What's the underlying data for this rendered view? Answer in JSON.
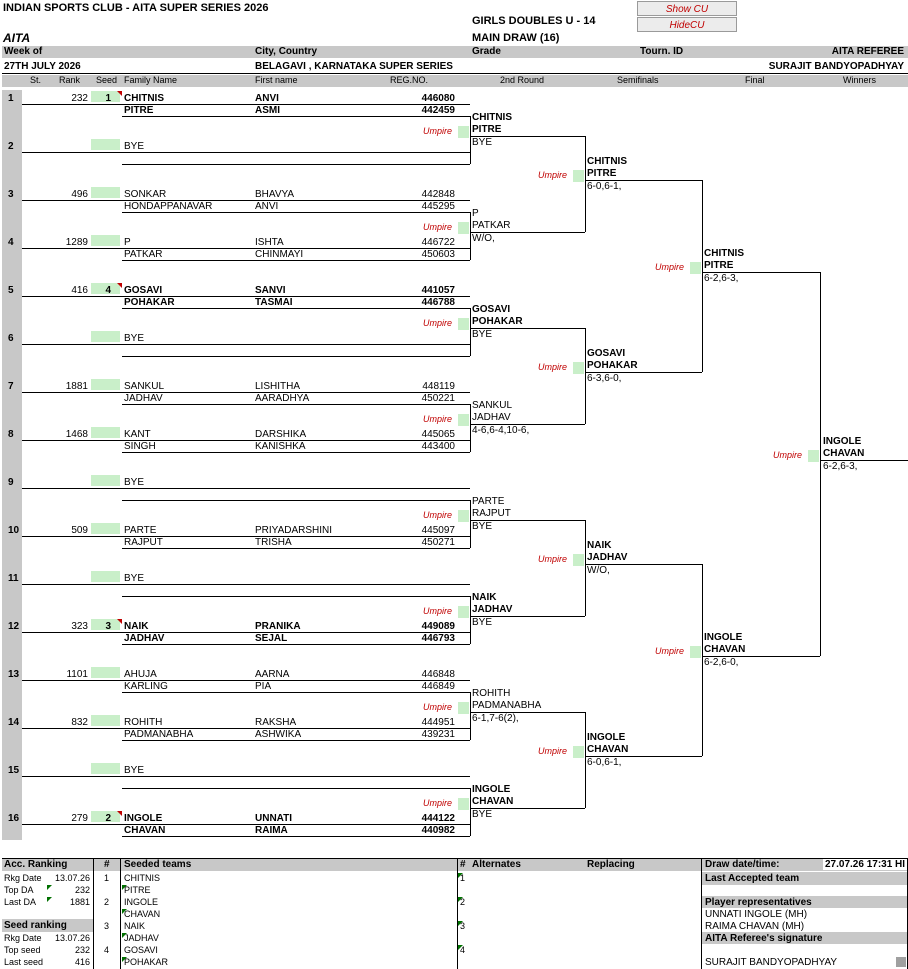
{
  "header": {
    "club": "INDIAN SPORTS CLUB - AITA SUPER SERIES 2026",
    "org": "AITA",
    "event": "GIRLS DOUBLES U - 14",
    "draw": "MAIN DRAW (16)",
    "show_cu": "Show CU",
    "hide_cu": "HideCU"
  },
  "info_labels": {
    "week": "Week of",
    "city": "City, Country",
    "grade": "Grade",
    "tourn": "Tourn. ID",
    "referee": "AITA REFEREE"
  },
  "info_values": {
    "week": "27TH JULY 2026",
    "city": "BELAGAVI , KARNATAKA SUPER SERIES",
    "referee": "SURAJIT BANDYOPADHYAY"
  },
  "cols": {
    "st": "St.",
    "rank": "Rank",
    "seed": "Seed",
    "family": "Family Name",
    "first": "First name",
    "reg": "REG.NO.",
    "r2": "2nd Round",
    "sf": "Semifinals",
    "final": "Final",
    "win": "Winners"
  },
  "entries": [
    {
      "pos": "1",
      "rank": "232",
      "seed": "1",
      "bold": true,
      "p1": {
        "family": "CHITNIS",
        "first": "ANVI",
        "reg": "446080"
      },
      "p2": {
        "family": "PITRE",
        "first": "ASMI",
        "reg": "442459"
      }
    },
    {
      "pos": "2",
      "rank": "",
      "seed": "",
      "bold": false,
      "p1": {
        "family": "BYE",
        "first": "",
        "reg": ""
      },
      "p2": {
        "family": "",
        "first": "",
        "reg": ""
      }
    },
    {
      "pos": "3",
      "rank": "496",
      "seed": "",
      "bold": false,
      "p1": {
        "family": "SONKAR",
        "first": "BHAVYA",
        "reg": "442848"
      },
      "p2": {
        "family": "HONDAPPANAVAR",
        "first": "ANVI",
        "reg": "445295"
      }
    },
    {
      "pos": "4",
      "rank": "1289",
      "seed": "",
      "bold": false,
      "p1": {
        "family": "P",
        "first": "ISHTA",
        "reg": "446722"
      },
      "p2": {
        "family": "PATKAR",
        "first": "CHINMAYI",
        "reg": "450603"
      }
    },
    {
      "pos": "5",
      "rank": "416",
      "seed": "4",
      "bold": true,
      "p1": {
        "family": "GOSAVI",
        "first": "SANVI",
        "reg": "441057"
      },
      "p2": {
        "family": "POHAKAR",
        "first": "TASMAI",
        "reg": "446788"
      }
    },
    {
      "pos": "6",
      "rank": "",
      "seed": "",
      "bold": false,
      "p1": {
        "family": "BYE",
        "first": "",
        "reg": ""
      },
      "p2": {
        "family": "",
        "first": "",
        "reg": ""
      }
    },
    {
      "pos": "7",
      "rank": "1881",
      "seed": "",
      "bold": false,
      "p1": {
        "family": "SANKUL",
        "first": "LISHITHA",
        "reg": "448119"
      },
      "p2": {
        "family": "JADHAV",
        "first": "AARADHYA",
        "reg": "450221"
      }
    },
    {
      "pos": "8",
      "rank": "1468",
      "seed": "",
      "bold": false,
      "p1": {
        "family": "KANT",
        "first": "DARSHIKA",
        "reg": "445065"
      },
      "p2": {
        "family": "SINGH",
        "first": "KANISHKA",
        "reg": "443400"
      }
    },
    {
      "pos": "9",
      "rank": "",
      "seed": "",
      "bold": false,
      "p1": {
        "family": "BYE",
        "first": "",
        "reg": ""
      },
      "p2": {
        "family": "",
        "first": "",
        "reg": ""
      }
    },
    {
      "pos": "10",
      "rank": "509",
      "seed": "",
      "bold": false,
      "p1": {
        "family": "PARTE",
        "first": "PRIYADARSHINI",
        "reg": "445097"
      },
      "p2": {
        "family": "RAJPUT",
        "first": "TRISHA",
        "reg": "450271"
      }
    },
    {
      "pos": "11",
      "rank": "",
      "seed": "",
      "bold": false,
      "p1": {
        "family": "BYE",
        "first": "",
        "reg": ""
      },
      "p2": {
        "family": "",
        "first": "",
        "reg": ""
      }
    },
    {
      "pos": "12",
      "rank": "323",
      "seed": "3",
      "bold": true,
      "p1": {
        "family": "NAIK",
        "first": "PRANIKA",
        "reg": "449089"
      },
      "p2": {
        "family": "JADHAV",
        "first": "SEJAL",
        "reg": "446793"
      }
    },
    {
      "pos": "13",
      "rank": "1101",
      "seed": "",
      "bold": false,
      "p1": {
        "family": "AHUJA",
        "first": "AARNA",
        "reg": "446848"
      },
      "p2": {
        "family": "KARLING",
        "first": "PIA",
        "reg": "446849"
      }
    },
    {
      "pos": "14",
      "rank": "832",
      "seed": "",
      "bold": false,
      "p1": {
        "family": "ROHITH",
        "first": "RAKSHA",
        "reg": "444951"
      },
      "p2": {
        "family": "PADMANABHA",
        "first": "ASHWIKA",
        "reg": "439231"
      }
    },
    {
      "pos": "15",
      "rank": "",
      "seed": "",
      "bold": false,
      "p1": {
        "family": "BYE",
        "first": "",
        "reg": ""
      },
      "p2": {
        "family": "",
        "first": "",
        "reg": ""
      }
    },
    {
      "pos": "16",
      "rank": "279",
      "seed": "2",
      "bold": true,
      "p1": {
        "family": "INGOLE",
        "first": "UNNATI",
        "reg": "444122"
      },
      "p2": {
        "family": "CHAVAN",
        "first": "RAIMA",
        "reg": "440982"
      }
    }
  ],
  "umpire_label": "Umpire",
  "round2": [
    {
      "t1": "CHITNIS",
      "t2": "PITRE",
      "score": "BYE",
      "bold": true
    },
    {
      "t1": "P",
      "t2": "PATKAR",
      "score": "W/O,",
      "bold": false
    },
    {
      "t1": "GOSAVI",
      "t2": "POHAKAR",
      "score": "BYE",
      "bold": true
    },
    {
      "t1": "SANKUL",
      "t2": "JADHAV",
      "score": "4-6,6-4,10-6,",
      "bold": false
    },
    {
      "t1": "PARTE",
      "t2": "RAJPUT",
      "score": "BYE",
      "bold": false
    },
    {
      "t1": "NAIK",
      "t2": "JADHAV",
      "score": "BYE",
      "bold": true
    },
    {
      "t1": "ROHITH",
      "t2": "PADMANABHA",
      "score": "6-1,7-6(2),",
      "bold": false
    },
    {
      "t1": "INGOLE",
      "t2": "CHAVAN",
      "score": "BYE",
      "bold": true
    }
  ],
  "semis_in": [
    {
      "t1": "CHITNIS",
      "t2": "PITRE",
      "score": "6-0,6-1,"
    },
    {
      "t1": "GOSAVI",
      "t2": "POHAKAR",
      "score": "6-3,6-0,"
    },
    {
      "t1": "NAIK",
      "t2": "JADHAV",
      "score": "W/O,"
    },
    {
      "t1": "INGOLE",
      "t2": "CHAVAN",
      "score": "6-0,6-1,"
    }
  ],
  "finalists": [
    {
      "t1": "CHITNIS",
      "t2": "PITRE",
      "score": "6-2,6-3,"
    },
    {
      "t1": "INGOLE",
      "t2": "CHAVAN",
      "score": "6-2,6-0,"
    }
  ],
  "winner": {
    "t1": "INGOLE",
    "t2": "CHAVAN",
    "score": "6-2,6-3,"
  },
  "footer": {
    "acc_ranking": "Acc. Ranking",
    "hash": "#",
    "seeded_teams": "Seeded teams",
    "alternates": "Alternates",
    "replacing": "Replacing",
    "draw_date_label": "Draw date/time:",
    "draw_date_value": "27.07.26   17:31 HI",
    "acc_rows": [
      {
        "label": "Rkg Date",
        "value": "13.07.26"
      },
      {
        "label": "Top DA",
        "value": "232"
      },
      {
        "label": "Last DA",
        "value": "1881"
      }
    ],
    "seed_ranking": "Seed ranking",
    "seed_rows": [
      {
        "label": "Rkg Date",
        "value": "13.07.26"
      },
      {
        "label": "Top seed",
        "value": "232"
      },
      {
        "label": "Last seed",
        "value": "416"
      }
    ],
    "seeds": [
      {
        "n": "1",
        "a": "CHITNIS",
        "b": "PITRE"
      },
      {
        "n": "2",
        "a": "INGOLE",
        "b": "CHAVAN"
      },
      {
        "n": "3",
        "a": "NAIK",
        "b": "JADHAV"
      },
      {
        "n": "4",
        "a": "GOSAVI",
        "b": "POHAKAR"
      }
    ],
    "alt_nums": [
      "1",
      "2",
      "3",
      "4"
    ],
    "last_accepted": "Last Accepted team",
    "player_reps": "Player representatives",
    "reps": [
      "UNNATI INGOLE (MH)",
      "RAIMA CHAVAN (MH)"
    ],
    "ref_sig": "AITA  Referee's signature",
    "ref_name": "SURAJIT BANDYOPADHYAY"
  }
}
